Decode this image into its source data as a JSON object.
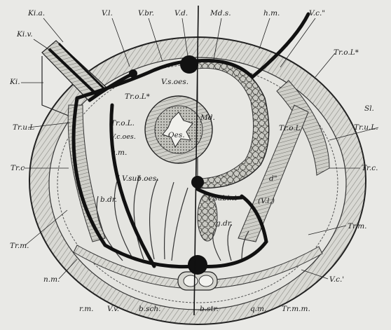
{
  "labels": {
    "ki_a": "Ki.a.",
    "ki_v": "Ki.v.",
    "ki": "Ki.",
    "vl": "V.l.",
    "vbr": "V.br.",
    "vd": "V.d.",
    "mds": "Md.s.",
    "hm": "h.m.",
    "vc2": "V.c.\"",
    "trol_star_right": "Tr.o.L*",
    "trol_star_left": "Tr.o.L*",
    "vsoes": "V.s.oes.",
    "md": "Md.",
    "sl": "Sl.",
    "trul_left": "Tr.u.L",
    "trol_left": "Tr.o.L.",
    "vcoes": "V.c.oes.",
    "oes": "Oes.",
    "trol_right": "Tr.o.L",
    "trul_right": "Tr.u.L.",
    "trc_left": "Tr.c",
    "qm_left": "q.m.",
    "trc_right": "Tr.c.",
    "vsuboes": "V.sub.oes.",
    "d2": "d\"",
    "vsubint": "V.subint",
    "vl_paren": "(V.l.)",
    "bdr": "b.dr.",
    "gdr": "g.dr.",
    "trm_left": "Tr.m.",
    "trm_right": "Tr.m.",
    "vc1": "V.c.'",
    "nm": "n.m.",
    "rm": "r.m.",
    "vv": "V.v.",
    "bsch": "b.sch.",
    "bstr": "b.str.",
    "qm_bottom": "q.m.",
    "trmm": "Tr.m.m."
  }
}
